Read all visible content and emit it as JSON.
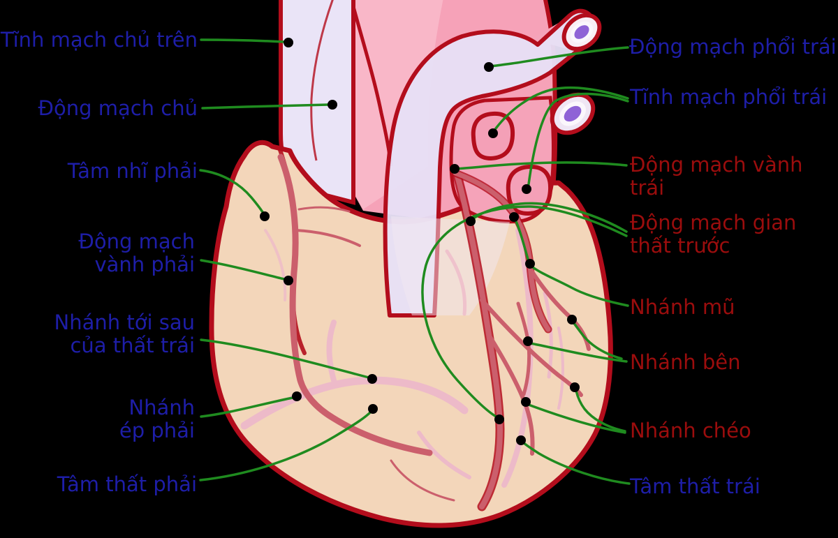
{
  "figure": {
    "type": "anatomical-diagram",
    "subject": "heart-anterior-view-with-coronary-vessels"
  },
  "colors": {
    "background": "#000000",
    "label_blue": "#1E1EA8",
    "label_red": "#9B0D0D",
    "leader_green": "#1F8B1F",
    "outline_crimson": "#B30D1C",
    "heart_peach": "#F3D6BA",
    "aorta_pink": "#F6A2B8",
    "vessel_lavender": "#E7E0F6",
    "artery_rose": "#CB5F6C",
    "vein_light_pink": "#EDBAC9",
    "lumen_purple": "#8F63D6",
    "marker_dot": "#000000"
  },
  "labels": {
    "left": [
      {
        "id": "tinh-mach-chu-tren",
        "text": "Tĩnh mạch chủ trên",
        "color": "blue"
      },
      {
        "id": "dong-mach-chu",
        "text": "Động mạch chủ",
        "color": "blue"
      },
      {
        "id": "tam-nhi-phai",
        "text": "Tâm nhĩ phải",
        "color": "blue"
      },
      {
        "id": "dong-mach-vanh-phai",
        "text": "Động mạch\nvành phải",
        "color": "blue"
      },
      {
        "id": "nhanh-toi-sau",
        "text": "Nhánh tới sau\ncủa thất trái",
        "color": "blue"
      },
      {
        "id": "nhanh-ep-phai",
        "text": "Nhánh\nép phải",
        "color": "blue"
      },
      {
        "id": "tam-that-phai",
        "text": "Tâm thất phải",
        "color": "blue"
      }
    ],
    "right": [
      {
        "id": "dong-mach-phoi-trai",
        "text": "Động mạch phổi trái",
        "color": "blue"
      },
      {
        "id": "tinh-mach-phoi-trai",
        "text": "Tĩnh mạch phổi trái",
        "color": "blue"
      },
      {
        "id": "dong-mach-vanh-trai",
        "text": "Động mạch vành trái",
        "color": "red"
      },
      {
        "id": "dong-mach-gian-that-truoc",
        "text": "Động mạch gian\nthất trước",
        "color": "red"
      },
      {
        "id": "nhanh-mu",
        "text": "Nhánh mũ",
        "color": "red"
      },
      {
        "id": "nhanh-ben",
        "text": "Nhánh bên",
        "color": "red"
      },
      {
        "id": "nhanh-cheo",
        "text": "Nhánh chéo",
        "color": "red"
      },
      {
        "id": "tam-that-trai",
        "text": "Tâm thất trái",
        "color": "blue"
      }
    ]
  }
}
